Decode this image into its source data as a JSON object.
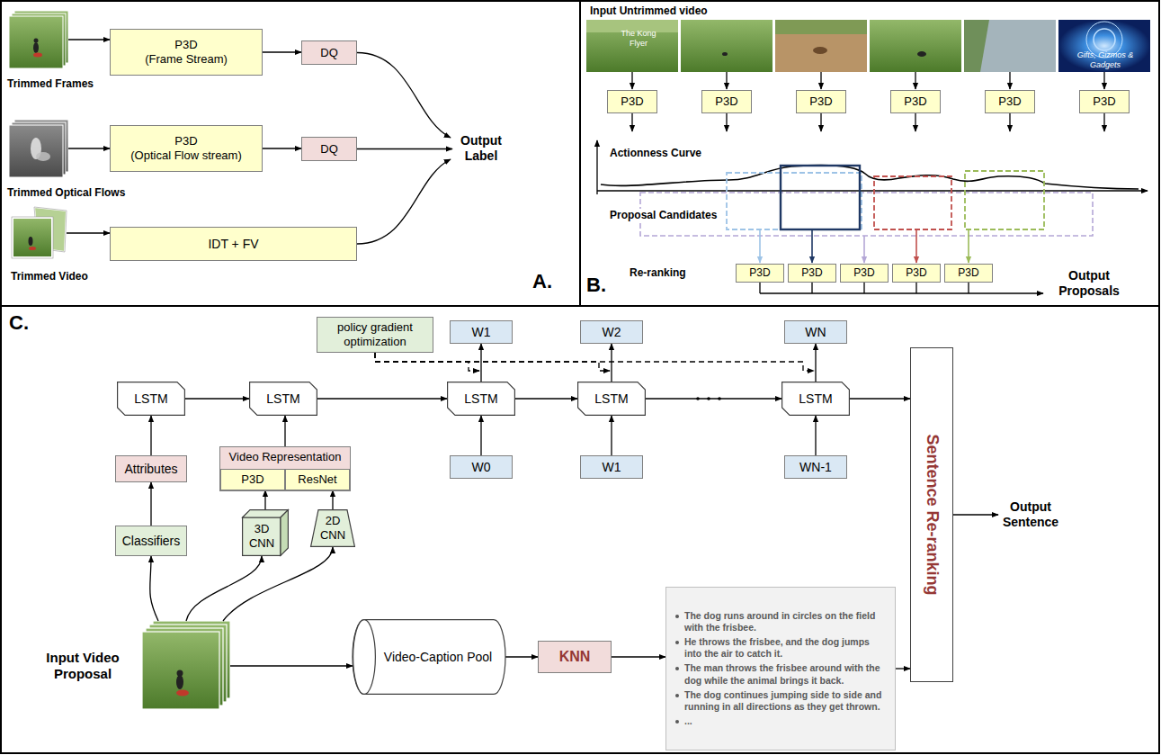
{
  "diagram": {
    "nodes": [
      {
        "text": [
          "Trimmed Frames"
        ]
      },
      {
        "text": [
          "P3D",
          "(Frame Stream)"
        ]
      },
      {
        "text": [
          "DQ"
        ]
      },
      {
        "text": [
          "Trimmed Optical Flows"
        ]
      },
      {
        "text": [
          "P3D",
          "(Optical Flow stream)"
        ]
      },
      {
        "text": [
          "DQ"
        ]
      },
      {
        "text": [
          "Trimmed Video"
        ]
      },
      {
        "text": [
          "IDT + FV"
        ]
      },
      {
        "text": [
          "Output Label"
        ]
      },
      {
        "text": [
          "P3D"
        ]
      },
      {
        "text": [
          "P3D"
        ]
      },
      {
        "text": [
          "P3D"
        ]
      },
      {
        "text": [
          "P3D"
        ]
      },
      {
        "text": [
          "P3D"
        ]
      },
      {
        "text": [
          "P3D"
        ]
      },
      {
        "text": [
          "P3D"
        ]
      },
      {
        "text": [
          "P3D"
        ]
      },
      {
        "text": [
          "P3D"
        ]
      },
      {
        "text": [
          "P3D"
        ]
      },
      {
        "text": [
          "P3D"
        ]
      },
      {
        "text": [
          "policy gradient optimization"
        ]
      },
      {
        "text": [
          "W1"
        ]
      },
      {
        "text": [
          "W2"
        ]
      },
      {
        "text": [
          "WN"
        ]
      },
      {
        "text": [
          "LSTM"
        ]
      },
      {
        "text": [
          "LSTM"
        ]
      },
      {
        "text": [
          "LSTM"
        ]
      },
      {
        "text": [
          "LSTM"
        ]
      },
      {
        "text": [
          "LSTM"
        ]
      },
      {
        "text": [
          "Sentence Re-ranking"
        ]
      },
      {
        "text": [
          "Attributes"
        ]
      },
      {
        "text": [
          "Video Representation"
        ]
      },
      {
        "text": [
          "P3D"
        ],
        "in": 31
      },
      {
        "text": [
          "ResNet"
        ],
        "in": 31
      },
      {
        "text": [
          "W0"
        ]
      },
      {
        "text": [
          "W1"
        ]
      },
      {
        "text": [
          "WN-1"
        ]
      },
      {
        "text": [
          "Classifiers"
        ]
      },
      {
        "text": [
          "3D CNN"
        ]
      },
      {
        "text": [
          "2D CNN"
        ]
      },
      {
        "text": [
          "Output Sentence"
        ]
      },
      {
        "text": [
          "Input Video Proposal"
        ]
      },
      {
        "text": [
          "Video-Caption Pool"
        ]
      },
      {
        "text": [
          "KNN"
        ]
      },
      {
        "text": [
          "The dog runs around in circles on the field with the frisbee.",
          "He throws the frisbee, and the dog jumps into the air to catch it.",
          "The man throws the frisbee around with the dog while the animal brings it back.",
          "The dog continues jumping side to side and running in all directions as they get thrown.",
          "..."
        ]
      }
    ],
    "edges": [
      {
        "from": 0,
        "to": 1,
        "arrow": "to"
      },
      {
        "from": 1,
        "to": 2,
        "arrow": "to"
      },
      {
        "from": 2,
        "to": 8,
        "arrow": "to"
      },
      {
        "from": 3,
        "to": 4,
        "arrow": "to"
      },
      {
        "from": 4,
        "to": 5,
        "arrow": "to"
      },
      {
        "from": 5,
        "to": 8,
        "arrow": "to"
      },
      {
        "from": 6,
        "to": 7,
        "arrow": "to"
      },
      {
        "from": 7,
        "to": 8,
        "arrow": "to"
      },
      {
        "from": 20,
        "to": 21,
        "arrow": "to"
      },
      {
        "from": 20,
        "to": 22,
        "arrow": "to"
      },
      {
        "from": 20,
        "to": 23,
        "arrow": "to"
      },
      {
        "from": 24,
        "to": 25,
        "arrow": "to"
      },
      {
        "from": 25,
        "to": 26,
        "arrow": "to"
      },
      {
        "from": 26,
        "to": 27,
        "arrow": "to"
      },
      {
        "from": 27,
        "to": 28,
        "arrow": "to"
      },
      {
        "from": 26,
        "to": 21,
        "arrow": "to"
      },
      {
        "from": 27,
        "to": 22,
        "arrow": "to"
      },
      {
        "from": 28,
        "to": 23,
        "arrow": "to"
      },
      {
        "from": 34,
        "to": 26,
        "arrow": "to"
      },
      {
        "from": 35,
        "to": 27,
        "arrow": "to"
      },
      {
        "from": 36,
        "to": 28,
        "arrow": "to"
      },
      {
        "from": 28,
        "to": 29,
        "arrow": "to"
      },
      {
        "from": 29,
        "to": 40,
        "arrow": "to"
      },
      {
        "from": 30,
        "to": 24,
        "arrow": "to"
      },
      {
        "from": 37,
        "to": 30,
        "arrow": "to"
      },
      {
        "from": 31,
        "to": 25,
        "arrow": "to"
      },
      {
        "from": 38,
        "to": 32,
        "arrow": "to"
      },
      {
        "from": 39,
        "to": 33,
        "arrow": "to"
      },
      {
        "from": 41,
        "to": 37,
        "arrow": "to"
      },
      {
        "from": 41,
        "to": 38,
        "arrow": "to"
      },
      {
        "from": 41,
        "to": 39,
        "arrow": "to"
      },
      {
        "from": 41,
        "to": 42,
        "arrow": "to"
      },
      {
        "from": 42,
        "to": 43,
        "arrow": "to"
      },
      {
        "from": 43,
        "to": 44,
        "arrow": "to"
      },
      {
        "from": 44,
        "to": 29,
        "arrow": "to"
      }
    ],
    "labels": [
      "A.",
      "Input Untrimmed video",
      "The Kong Flyer",
      "Gifts, Gizmos & Gadgets",
      "Actionness Curve",
      "Proposal Candidates",
      "Re-ranking",
      "Output Proposals",
      "B.",
      "C."
    ]
  }
}
